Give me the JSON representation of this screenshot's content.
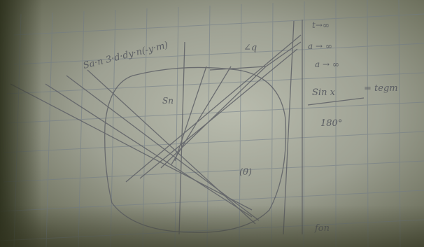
{
  "description_labels": {
    "top_formula": "Sa·n 3·d·dy·n(-y·m)",
    "label_sn": "Sn",
    "label_trig": "∠q",
    "label_theta": "(θ)",
    "right_top": "t→∞",
    "right_row2": "a → ∞",
    "right_row3": "a → ∞",
    "right_fraction_num": "Sin x",
    "right_fraction_den": "180°",
    "right_equals": "= tegm",
    "bottom_right": "fon"
  },
  "colors": {
    "paper": "#aeb1a3",
    "grid": "#6f7a86",
    "pencil": "#5b5e63"
  }
}
